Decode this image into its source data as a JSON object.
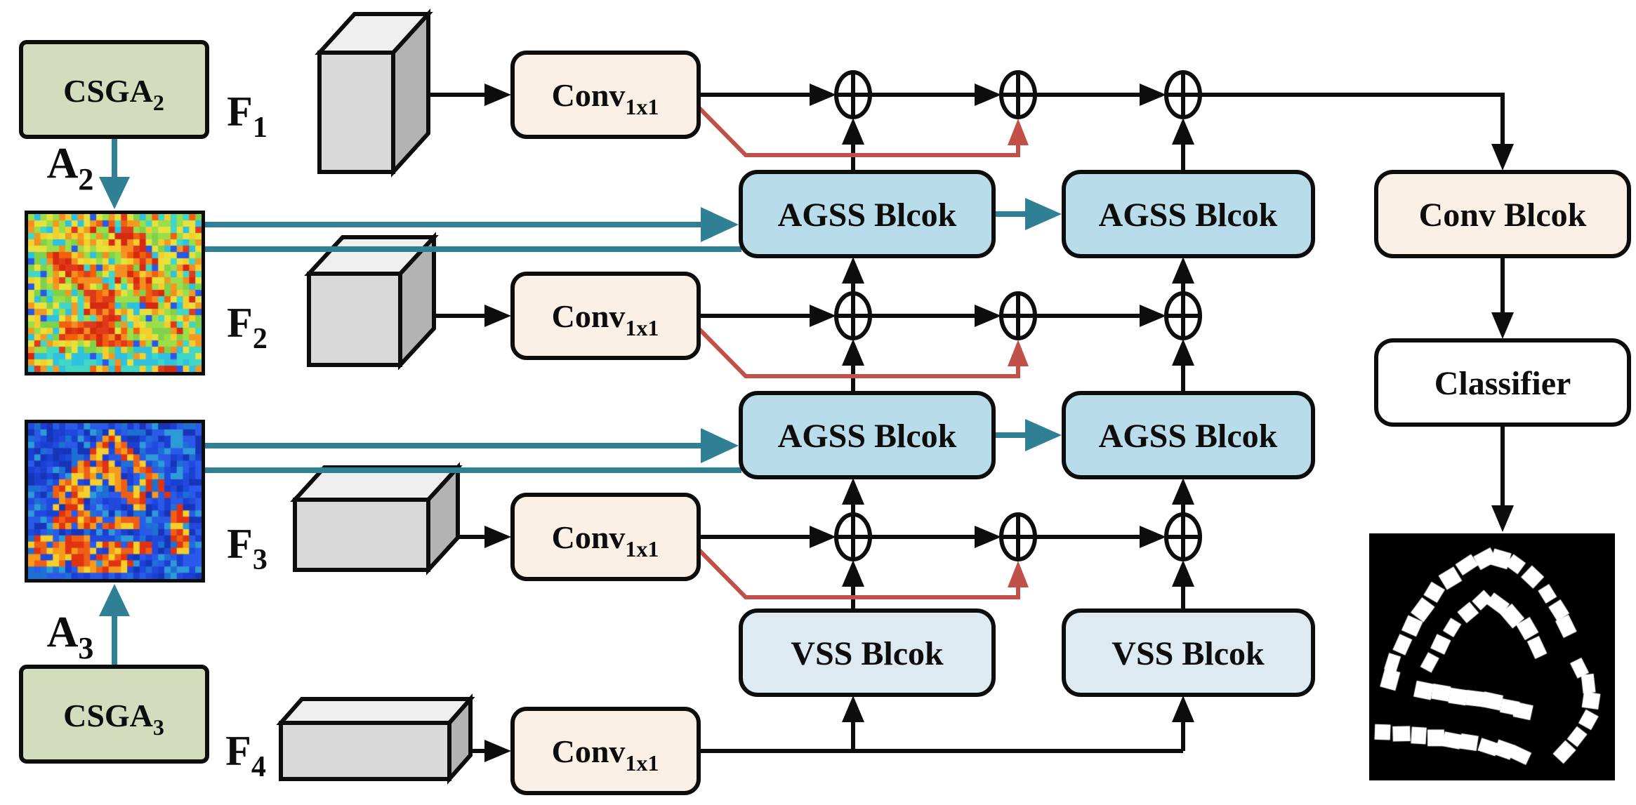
{
  "labels": {
    "conv": "Conv",
    "conv_sub": "1x1",
    "agss": "AGSS Blcok",
    "vss": "VSS Blcok",
    "conv_block": "Conv Blcok",
    "classifier": "Classifier",
    "csga": "CSGA",
    "csga_top_sub": "2",
    "csga_bottom_sub": "3",
    "f": "F",
    "f1_sub": "1",
    "f2_sub": "2",
    "f3_sub": "3",
    "f4_sub": "4",
    "a": "A",
    "a_top_sub": "2",
    "a_bottom_sub": "3"
  },
  "colors": {
    "line": "#0d0d0d",
    "teal": "#2f7f95",
    "red": "#c05048",
    "csga_fill": "#d3dcbd",
    "agss_fill": "#b8dcea",
    "vss_fill": "#ddeaf2",
    "conv_fill": "#fbf0e6",
    "classifier_fill": "#ffffff",
    "cuboid_front": "#d9d9d9",
    "cuboid_top": "#efefef",
    "cuboid_side": "#b3b3b3"
  },
  "figures": {
    "attention_map_a2": {
      "name": "attention map A2",
      "hot": [
        "#e03a1c",
        "#f2600f",
        "#f58e1f",
        "#d62a10"
      ],
      "base": [
        "#7fd24a",
        "#9adf49",
        "#e6e23b",
        "#f2cf2e",
        "#41d6c5",
        "#2fc1dd",
        "#f09a24",
        "#2b58e6"
      ]
    },
    "attention_map_a3": {
      "name": "attention map A3",
      "cool": [
        "#1b3fd2",
        "#2149dd",
        "#1635b8",
        "#2a5ae8",
        "#1e6fd6",
        "#2e9bd8"
      ],
      "warm": [
        "#f5cf2c",
        "#f59b1c",
        "#ef5f17",
        "#e03311"
      ]
    },
    "segmentation_output": {
      "name": "building segmentation output",
      "bg": "#000000",
      "fg": "#ffffff"
    }
  }
}
